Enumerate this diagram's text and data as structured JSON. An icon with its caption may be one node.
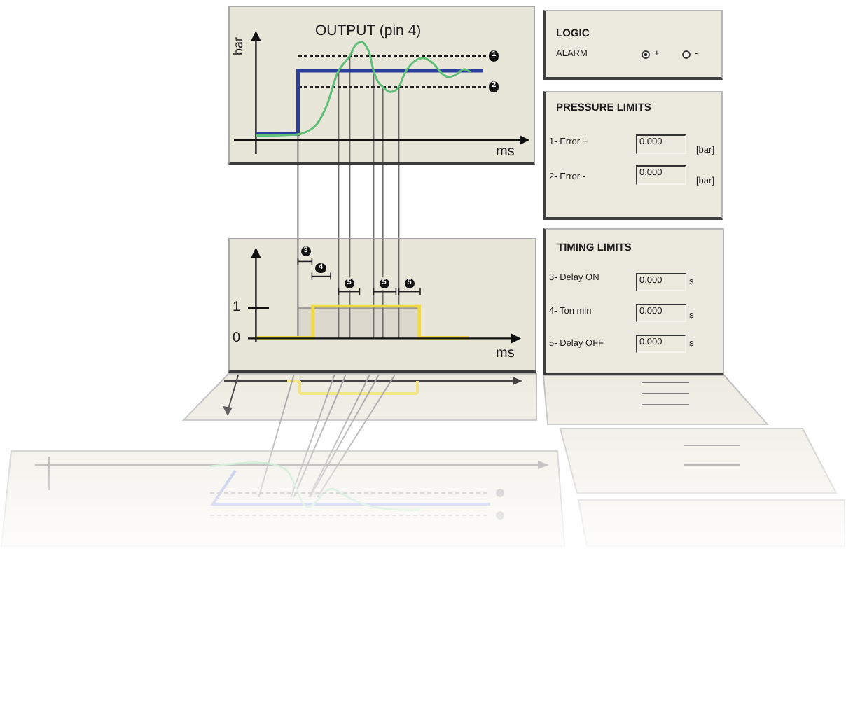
{
  "diagram": {
    "nodes": [
      {
        "text": [
          "OUTPUT (pin 4)",
          "bar",
          "ms",
          "1",
          "2"
        ]
      },
      {
        "text": [
          "3",
          "4",
          "5",
          "5",
          "5",
          "1",
          "0",
          "ms"
        ]
      },
      {
        "text": [
          "LOGIC",
          "ALARM",
          "+",
          "-"
        ]
      },
      {
        "text": [
          "PRESSURE LIMITS",
          "1- Error +",
          "0.000",
          "[bar]",
          "2- Error -",
          "0.000",
          "[bar]"
        ]
      },
      {
        "text": [
          "TIMING LIMITS",
          "3- Delay ON",
          "0.000",
          "s",
          "4- Ton min",
          "0.000",
          "s",
          "5- Delay OFF",
          "0.000",
          "s"
        ]
      }
    ],
    "edges": [
      {
        "from": 0,
        "to": 1,
        "arrow": "none"
      },
      {
        "from": 0,
        "to": 1,
        "arrow": "none"
      },
      {
        "from": 0,
        "to": 1,
        "arrow": "none"
      },
      {
        "from": 0,
        "to": 1,
        "arrow": "none"
      },
      {
        "from": 0,
        "to": 1,
        "arrow": "none"
      },
      {
        "from": 0,
        "to": 1,
        "arrow": "none"
      }
    ]
  }
}
